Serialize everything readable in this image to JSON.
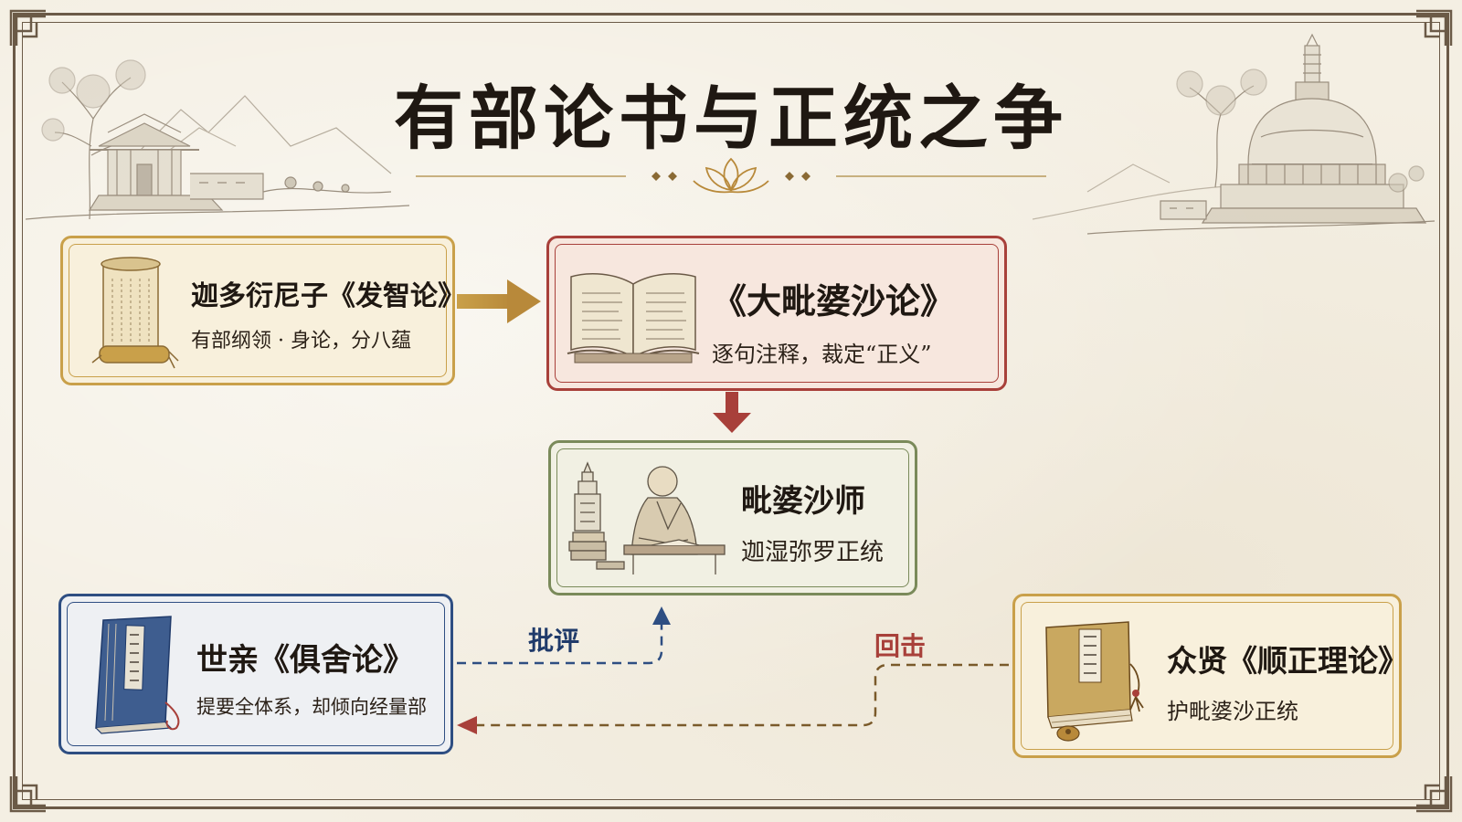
{
  "title": "有部论书与正统之争",
  "nodes": {
    "fazhi": {
      "title": "迦多衍尼子《发智论》",
      "subtitle": "有部纲领 · 身论，分八蕴"
    },
    "vibhasa": {
      "title": "《大毗婆沙论》",
      "subtitle": "逐句注释，裁定“正义”"
    },
    "master": {
      "title": "毗婆沙师",
      "subtitle": "迦湿弥罗正统"
    },
    "kosa": {
      "title": "世亲《俱舍论》",
      "subtitle": "提要全体系，却倾向经量部"
    },
    "nyaya": {
      "title": "众贤《顺正理论》",
      "subtitle": "护毗婆沙正统"
    }
  },
  "edges": {
    "critique": "批评",
    "rebut": "回击"
  },
  "colors": {
    "gold": "#c9a04a",
    "red": "#a8403a",
    "green": "#7a8a5a",
    "blue": "#2e4e82",
    "brown": "#7a5a2a",
    "border": "#6b5a47"
  },
  "icons": [
    "scroll-icon",
    "open-book-icon",
    "monk-scribe-icon",
    "bound-book-icon",
    "classic-book-icon",
    "lotus-icon",
    "temple-scene-icon",
    "stupa-scene-icon"
  ]
}
